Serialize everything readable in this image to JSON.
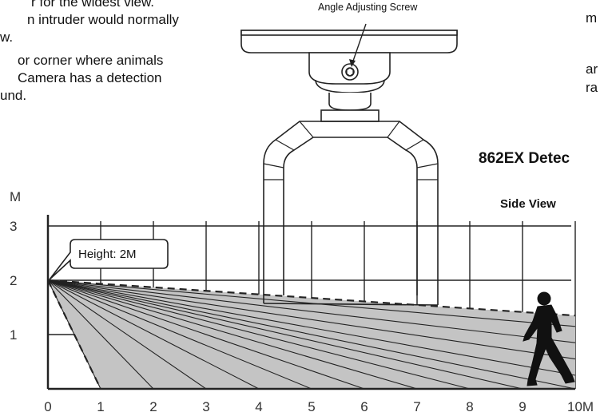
{
  "left_text": {
    "lines": [
      "r for the widest view.",
      "n intruder would normally",
      "w.",
      "or corner where animals",
      "Camera has a detection",
      "und."
    ]
  },
  "right_text": {
    "lines": [
      "m",
      "ar",
      "ra"
    ]
  },
  "camera": {
    "callout_label": "Angle Adjusting Screw"
  },
  "section": {
    "title": "862EX Detec",
    "view_label": "Side View"
  },
  "bubble": {
    "label": "Height: 2M"
  },
  "chart_data": {
    "type": "diagram",
    "title": "862EX Detec",
    "subtitle": "Side View",
    "y_unit_label": "M",
    "x_ticks": [
      "0",
      "1",
      "2",
      "3",
      "4",
      "5",
      "6",
      "7",
      "8",
      "9",
      "10M"
    ],
    "y_ticks": [
      "1",
      "2",
      "3"
    ],
    "xlim": [
      0,
      10
    ],
    "ylim": [
      0,
      3
    ],
    "mount_height": 2,
    "detection_far_edge": {
      "x": 10,
      "y": 1.35
    },
    "detection_near_edge": {
      "x": 1,
      "y": 0
    },
    "ray_ends_x": [
      1,
      2,
      3,
      4,
      5,
      6,
      7,
      8,
      9,
      10
    ],
    "ray_ends_y_at_far_edge": [
      0.25,
      0.55,
      0.85,
      1.15
    ],
    "fill_color": "#c4c4c4",
    "grid": true
  }
}
